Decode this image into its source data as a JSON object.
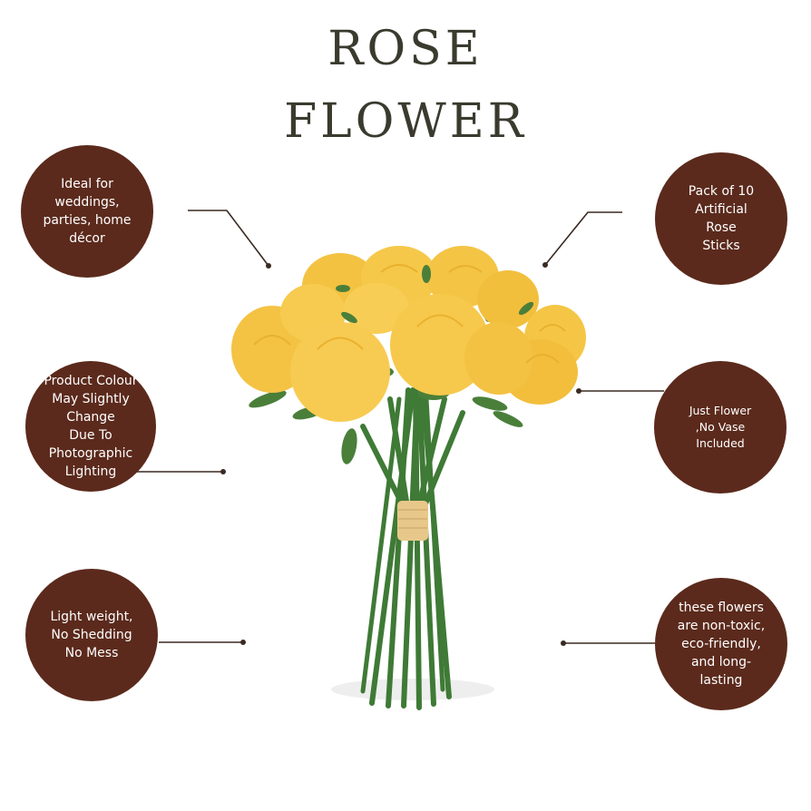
{
  "title": {
    "line1": "ROSE",
    "line2": "FLOWER"
  },
  "features": {
    "left_top": "Ideal for\nweddings,\nparties, home\ndécor",
    "left_mid": "Product Colour\nMay Slightly\nChange\nDue To\nPhotographic\nLighting",
    "left_bottom": "Light weight,\nNo Shedding\nNo Mess",
    "right_top": "Pack of 10\nArtificial\nRose\nSticks",
    "right_mid": "Just Flower\n,No Vase\nIncluded",
    "right_bottom": "these flowers\nare non-toxic,\neco-friendly,\nand long-\nlasting"
  },
  "colors": {
    "badge": "#5b2a1c",
    "title": "#3a3a2e",
    "rose": "#f7c84a",
    "stem": "#3f7a36",
    "band": "#e8c88a"
  },
  "image": {
    "subject": "yellow-rose-bouquet"
  }
}
